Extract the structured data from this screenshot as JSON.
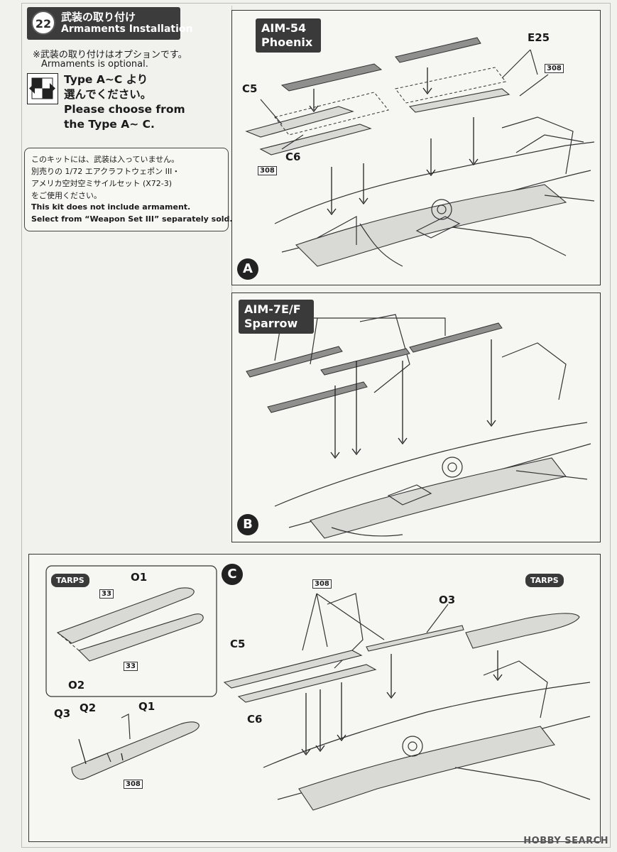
{
  "step": {
    "number": "22",
    "title_jp": "武装の取り付け",
    "title_en": "Armaments Installation"
  },
  "optional_note": {
    "jp": "※武装の取り付けはオプションです。",
    "en": "Armaments is optional."
  },
  "choose": {
    "line1": "Type A~C より",
    "line2": "選んでください。",
    "line3": "Please choose from",
    "line4": "the Type A~ C."
  },
  "kit_note": {
    "jp_line1": "このキットには、武装は入っていません。",
    "jp_line2": "別売りの 1/72 エアクラフトウェポン III・",
    "jp_line3": "アメリカ空対空ミサイルセット (X72-3)",
    "jp_line4": "をご使用ください。",
    "en_line1": "This kit does not include armament.",
    "en_line2": "Select from “Weapon Set III” separately sold."
  },
  "panel_a": {
    "weapon_line1": "AIM-54",
    "weapon_line2": "Phoenix",
    "variant": "A",
    "parts": {
      "c5": "C5",
      "c6": "C6",
      "e25": "E25"
    },
    "tags": {
      "t1": "308",
      "t2": "308"
    }
  },
  "panel_b": {
    "weapon_line1": "AIM-7E/F",
    "weapon_line2": "Sparrow",
    "variant": "B"
  },
  "panel_c": {
    "variant": "C",
    "tarps_label": "TARPS",
    "inset_label": "TARPS",
    "parts": {
      "o1": "O1",
      "o2": "O2",
      "o3": "O3",
      "q1": "Q1",
      "q2": "Q2",
      "q3": "Q3",
      "c5": "C5",
      "c6": "C6"
    },
    "tags": {
      "t33a": "33",
      "t33b": "33",
      "t308a": "308",
      "t308b": "308"
    }
  },
  "watermark": "HOBBY SEARCH"
}
